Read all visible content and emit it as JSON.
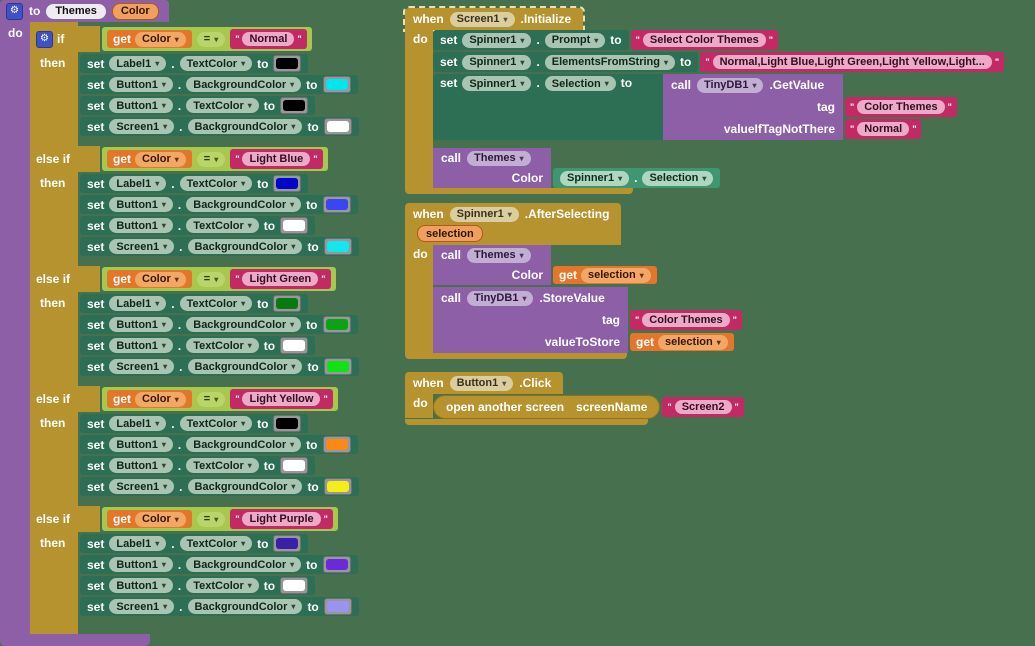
{
  "palette": {
    "canvas_bg": "#47704F",
    "event_gold": "#B6932F",
    "procedure_purple": "#8C5FA7",
    "setter_green": "#2C6F55",
    "getter_green": "#3F9671",
    "variable_orange": "#E4762B",
    "logic_green": "#A6C84D",
    "string_magenta": "#C22965"
  },
  "labels": {
    "to": "to",
    "do": "do",
    "if": "if",
    "then": "then",
    "else_if": "else if",
    "set": "set",
    "get": "get",
    "call": "call",
    "when": "when",
    "dot": ".",
    "eq": "=",
    "quote": "\""
  },
  "procedure": {
    "name": "Themes",
    "param": "Color",
    "branches": [
      {
        "var": "Color",
        "value": "Normal",
        "sets": [
          {
            "component": "Label1",
            "property": "TextColor",
            "color": "#000000"
          },
          {
            "component": "Button1",
            "property": "BackgroundColor",
            "color": "#00E6EE"
          },
          {
            "component": "Button1",
            "property": "TextColor",
            "color": "#000000"
          },
          {
            "component": "Screen1",
            "property": "BackgroundColor",
            "color": "#FFFFFF"
          }
        ]
      },
      {
        "var": "Color",
        "value": "Light Blue",
        "sets": [
          {
            "component": "Label1",
            "property": "TextColor",
            "color": "#0005C8"
          },
          {
            "component": "Button1",
            "property": "BackgroundColor",
            "color": "#3A46EF"
          },
          {
            "component": "Button1",
            "property": "TextColor",
            "color": "#FFFFFF"
          },
          {
            "component": "Screen1",
            "property": "BackgroundColor",
            "color": "#12E7F0"
          }
        ]
      },
      {
        "var": "Color",
        "value": "Light Green",
        "sets": [
          {
            "component": "Label1",
            "property": "TextColor",
            "color": "#087A0E"
          },
          {
            "component": "Button1",
            "property": "BackgroundColor",
            "color": "#0AA411"
          },
          {
            "component": "Button1",
            "property": "TextColor",
            "color": "#FFFFFF"
          },
          {
            "component": "Screen1",
            "property": "BackgroundColor",
            "color": "#0EE315"
          }
        ]
      },
      {
        "var": "Color",
        "value": "Light Yellow",
        "sets": [
          {
            "component": "Label1",
            "property": "TextColor",
            "color": "#000000"
          },
          {
            "component": "Button1",
            "property": "BackgroundColor",
            "color": "#FB8A15"
          },
          {
            "component": "Button1",
            "property": "TextColor",
            "color": "#FFFFFF"
          },
          {
            "component": "Screen1",
            "property": "BackgroundColor",
            "color": "#F5EE16"
          }
        ]
      },
      {
        "var": "Color",
        "value": "Light Purple",
        "sets": [
          {
            "component": "Label1",
            "property": "TextColor",
            "color": "#3A1FA8"
          },
          {
            "component": "Button1",
            "property": "BackgroundColor",
            "color": "#6A2AD9"
          },
          {
            "component": "Button1",
            "property": "TextColor",
            "color": "#FFFFFF"
          },
          {
            "component": "Screen1",
            "property": "BackgroundColor",
            "color": "#9A94F0"
          }
        ]
      }
    ]
  },
  "event_initialize": {
    "component": "Screen1",
    "event": ".Initialize",
    "set_prompt": {
      "component": "Spinner1",
      "property": "Prompt",
      "value": "Select Color Themes"
    },
    "set_elements": {
      "component": "Spinner1",
      "property": "ElementsFromString",
      "value": "Normal,Light Blue,Light Green,Light Yellow,Light..."
    },
    "set_selection": {
      "component": "Spinner1",
      "property": "Selection"
    },
    "getvalue": {
      "component": "TinyDB1",
      "method": ".GetValue",
      "tag_label": "tag",
      "tag_value": "Color Themes",
      "notthere_label": "valueIfTagNotThere",
      "notthere_value": "Normal"
    },
    "call_themes": {
      "name": "Themes",
      "arg": "Color",
      "getter_component": "Spinner1",
      "getter_property": "Selection"
    }
  },
  "event_afterselecting": {
    "component": "Spinner1",
    "event": ".AfterSelecting",
    "param": "selection",
    "call_themes": {
      "name": "Themes",
      "arg": "Color",
      "var": "selection"
    },
    "storevalue": {
      "component": "TinyDB1",
      "method": ".StoreValue",
      "tag_label": "tag",
      "tag_value": "Color Themes",
      "store_label": "valueToStore",
      "var": "selection"
    }
  },
  "event_click": {
    "component": "Button1",
    "event": ".Click",
    "open": {
      "label": "open another screen",
      "arg_label": "screenName",
      "value": "Screen2"
    }
  }
}
